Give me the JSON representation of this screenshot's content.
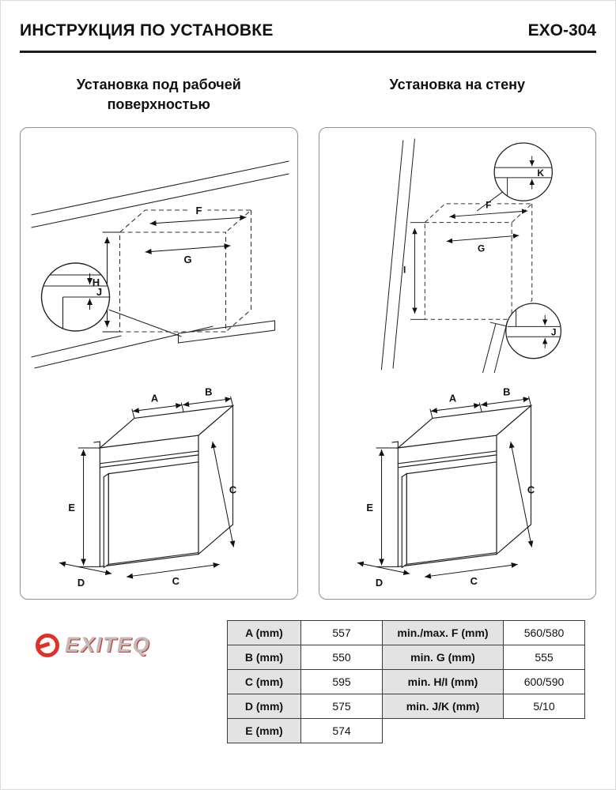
{
  "header": {
    "title": "ИНСТРУКЦИЯ ПО УСТАНОВКЕ",
    "model": "EXO-304"
  },
  "sections": {
    "left": {
      "title_line1": "Установка под рабочей",
      "title_line2": "поверхностью"
    },
    "right": {
      "title": "Установка на стену"
    }
  },
  "dims": {
    "A": "A",
    "B": "B",
    "C": "C",
    "D": "D",
    "E": "E",
    "F": "F",
    "G": "G",
    "H": "H",
    "I": "I",
    "J": "J",
    "K": "K"
  },
  "logo": {
    "text": "EXITEQ"
  },
  "table": {
    "rows": [
      {
        "p": "A (mm)",
        "pv": "557",
        "s": "min./max. F (mm)",
        "sv": "560/580"
      },
      {
        "p": "B (mm)",
        "pv": "550",
        "s": "min. G (mm)",
        "sv": "555"
      },
      {
        "p": "C (mm)",
        "pv": "595",
        "s": "min. H/I (mm)",
        "sv": "600/590"
      },
      {
        "p": "D (mm)",
        "pv": "575",
        "s": "min. J/K (mm)",
        "sv": "5/10"
      },
      {
        "p": "E (mm)",
        "pv": "574",
        "s": "",
        "sv": ""
      }
    ]
  }
}
